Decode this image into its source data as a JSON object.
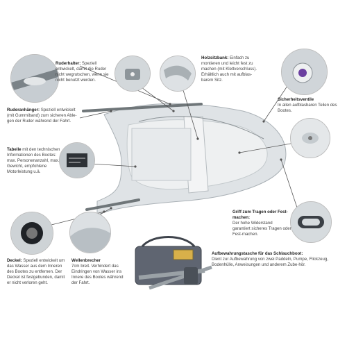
{
  "callouts": {
    "ruderhalter": {
      "title": "Ruderhalter:",
      "text": " Speziell entwickelt, damit die Ruder nicht wegrutschen, wenn sie nicht benutzt werden."
    },
    "holzsitzbank": {
      "title": "Holzsitzbank:",
      "text": " Einfach zu montieren und leicht fest zu machen (mit Klettverschluss). Erhältlich auch mit aufblas-barem Sitz."
    },
    "sicherheitsventile": {
      "title": "Sicherheitsventile",
      "text": "In allen aufblasbaren Teilen des Bootes."
    },
    "ruderhaenger": {
      "title": "Ruderanhänger:",
      "text": " Speziell entwickelt (mit Gummiband) zum sicheren Able-gen der Ruder während der Fahrt."
    },
    "tabelle": {
      "title": "Tabelle",
      "text": " mit den technischen Informationen des Bootes: max. Personenanzahl, max. Gewicht, empfohlene Motorleistung u.ä."
    },
    "griff": {
      "title": "Griff zum Tragen oder Fest-machen:",
      "text": "Der hohe Widerstand garantiert sicheres Tragen oder Fest-machen."
    },
    "deckel": {
      "title": "Deckel:",
      "text": " Speziell entwickelt um das Wasser aus dem Inneren des Bootes zu entfernen. Der Deckel ist festgebunden, damit er nicht verloren geht."
    },
    "wellenbrecher": {
      "title": "Wellenbrecher",
      "text": "7cm breit. Verhindert das Eindringen von Wasser ins Innere des Bootes während der Fahrt."
    },
    "tasche": {
      "title": "Aufbewahrungstasche für das Schlauchboot:",
      "text": "Dient zur Aufbewahrung von zwei Paddeln, Pumpe, Flickzeug, Bodenhülle, Anweisungen und anderem Zube-hör."
    }
  },
  "colors": {
    "hull": "#dfe3e6",
    "hull_shadow": "#b9bfc4",
    "floor": "#eef0f1",
    "bag": "#5f6571",
    "text": "#444444"
  },
  "icons": {
    "product": "inflatable-boat-image",
    "details": [
      "oar-holder-photo",
      "wood-seat-photo",
      "safety-valve-photo",
      "oar-hanger-photo",
      "spec-plate-photo",
      "carry-handle-photo",
      "drain-cap-photo",
      "wave-breaker-photo",
      "storage-bag-photo"
    ]
  }
}
